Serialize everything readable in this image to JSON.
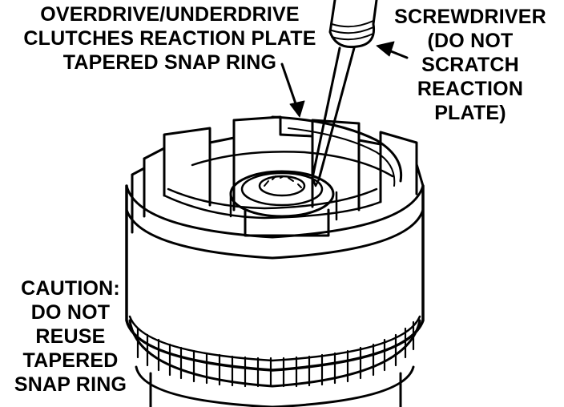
{
  "callouts": {
    "clutch_plate": [
      "OVERDRIVE/UNDERDRIVE",
      "CLUTCHES REACTION PLATE",
      "TAPERED SNAP RING"
    ],
    "screwdriver": [
      "SCREWDRIVER",
      "(DO NOT",
      "SCRATCH",
      "REACTION",
      "PLATE)"
    ],
    "caution": [
      "CAUTION:",
      "DO NOT",
      "REUSE",
      "TAPERED",
      "SNAP RING"
    ]
  },
  "colors": {
    "ink": "#000000",
    "paper": "#ffffff"
  }
}
